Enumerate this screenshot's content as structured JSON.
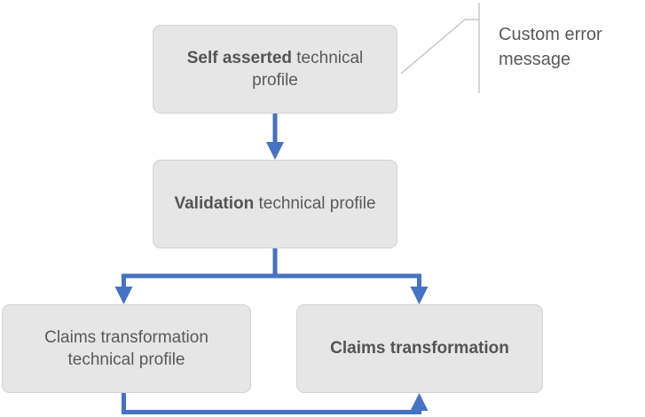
{
  "diagram": {
    "type": "flowchart",
    "accent_color": "#4472C4",
    "box_fill_color": "#E7E6E6",
    "box_border_color": "#D4D2D2",
    "text_color": "#595959",
    "callout_line_color": "#BFBFBF",
    "nodes": [
      {
        "id": "self-asserted",
        "bold_text": "Self asserted",
        "rest_text": " technical profile"
      },
      {
        "id": "validation",
        "bold_text": "Validation",
        "rest_text": " technical profile"
      },
      {
        "id": "claims-transformation-technical-profile",
        "bold_text": "",
        "rest_text": "Claims transformation technical profile"
      },
      {
        "id": "claims-transformation",
        "bold_text": "Claims transformation",
        "rest_text": ""
      }
    ],
    "callout": {
      "text": "Custom error message"
    }
  }
}
